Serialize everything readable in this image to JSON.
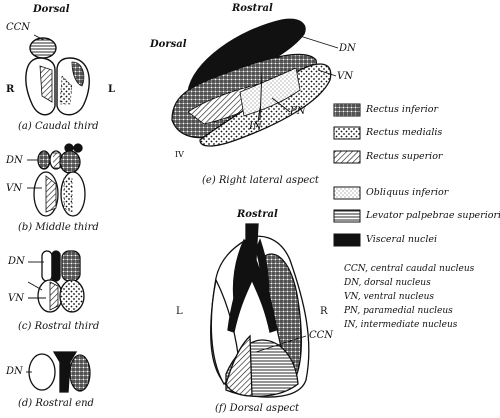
{
  "panels": {
    "a": {
      "caption": "(a) Caudal third",
      "top": "Dorsal",
      "ccn": "CCN",
      "left": "R",
      "right": "L"
    },
    "b": {
      "caption": "(b) Middle third",
      "dn": "DN",
      "vn": "VN"
    },
    "c": {
      "caption": "(c) Rostral third",
      "dn": "DN",
      "vn": "VN"
    },
    "d": {
      "caption": "(d) Rostral end",
      "dn": "DN"
    },
    "e": {
      "caption": "(e) Right lateral aspect",
      "rostral": "Rostral",
      "dorsal": "Dorsal",
      "dn": "DN",
      "vn": "VN",
      "pn": "PN",
      "in": "IN",
      "iv": "IV"
    },
    "f": {
      "caption": "(f) Dorsal aspect",
      "rostral": "Rostral",
      "left": "L",
      "right": "R",
      "ccn": "CCN"
    }
  },
  "legend": [
    {
      "label": "Rectus inferior",
      "pattern": "crosshatch"
    },
    {
      "label": "Rectus medialis",
      "pattern": "dots"
    },
    {
      "label": "Rectus superior",
      "pattern": "diagonal"
    },
    {
      "label": "Obliquus inferior",
      "pattern": "finedots"
    },
    {
      "label": "Levator palpebrae superioris",
      "pattern": "horizontal"
    },
    {
      "label": "Visceral nuclei",
      "pattern": "solid"
    }
  ],
  "abbreviations": [
    "CCN, central caudal nucleus",
    "DN, dorsal nucleus",
    "VN, ventral nucleus",
    "PN, paramedial nucleus",
    "IN, intermediate nucleus"
  ]
}
